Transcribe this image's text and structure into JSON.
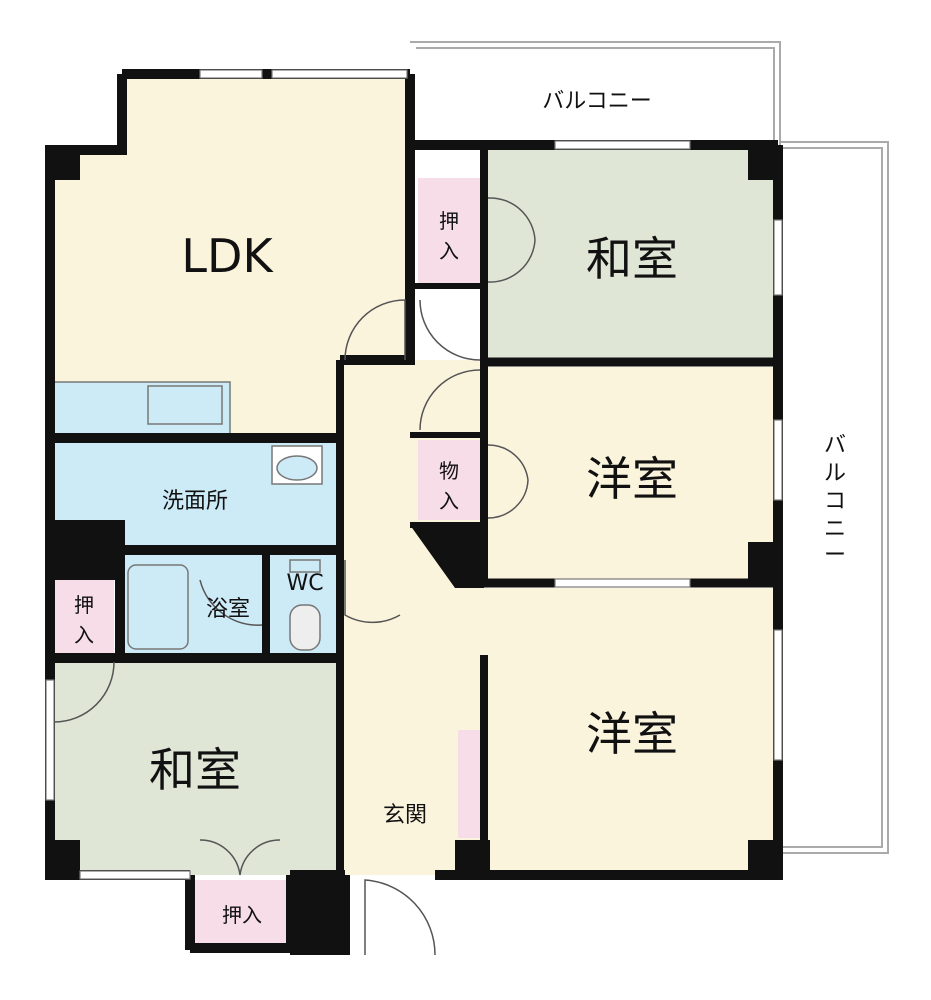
{
  "floorplan": {
    "rooms": {
      "ldk": "LDK",
      "washroom": "洗面所",
      "bath": "浴室",
      "wc": "WC",
      "entrance": "玄関",
      "japanese_top": "和室",
      "western_middle": "洋室",
      "western_bottom": "洋室",
      "japanese_bottom": "和室"
    },
    "storage": {
      "closet_top": [
        "押",
        "入"
      ],
      "closet_storage": [
        "物",
        "入"
      ],
      "closet_left": [
        "押",
        "入"
      ],
      "closet_bottom": "押入"
    },
    "balcony": {
      "top": "バルコニー",
      "right": [
        "バ",
        "ル",
        "コ",
        "ニ",
        "ー"
      ]
    }
  },
  "colors": {
    "wall": "#111111",
    "ldk_floor": "#fbf4dd",
    "tatami": "#e0e6d6",
    "wet_area": "#cdeaf7",
    "closet": "#f6dde8",
    "balcony_line": "#aaaaaa"
  }
}
